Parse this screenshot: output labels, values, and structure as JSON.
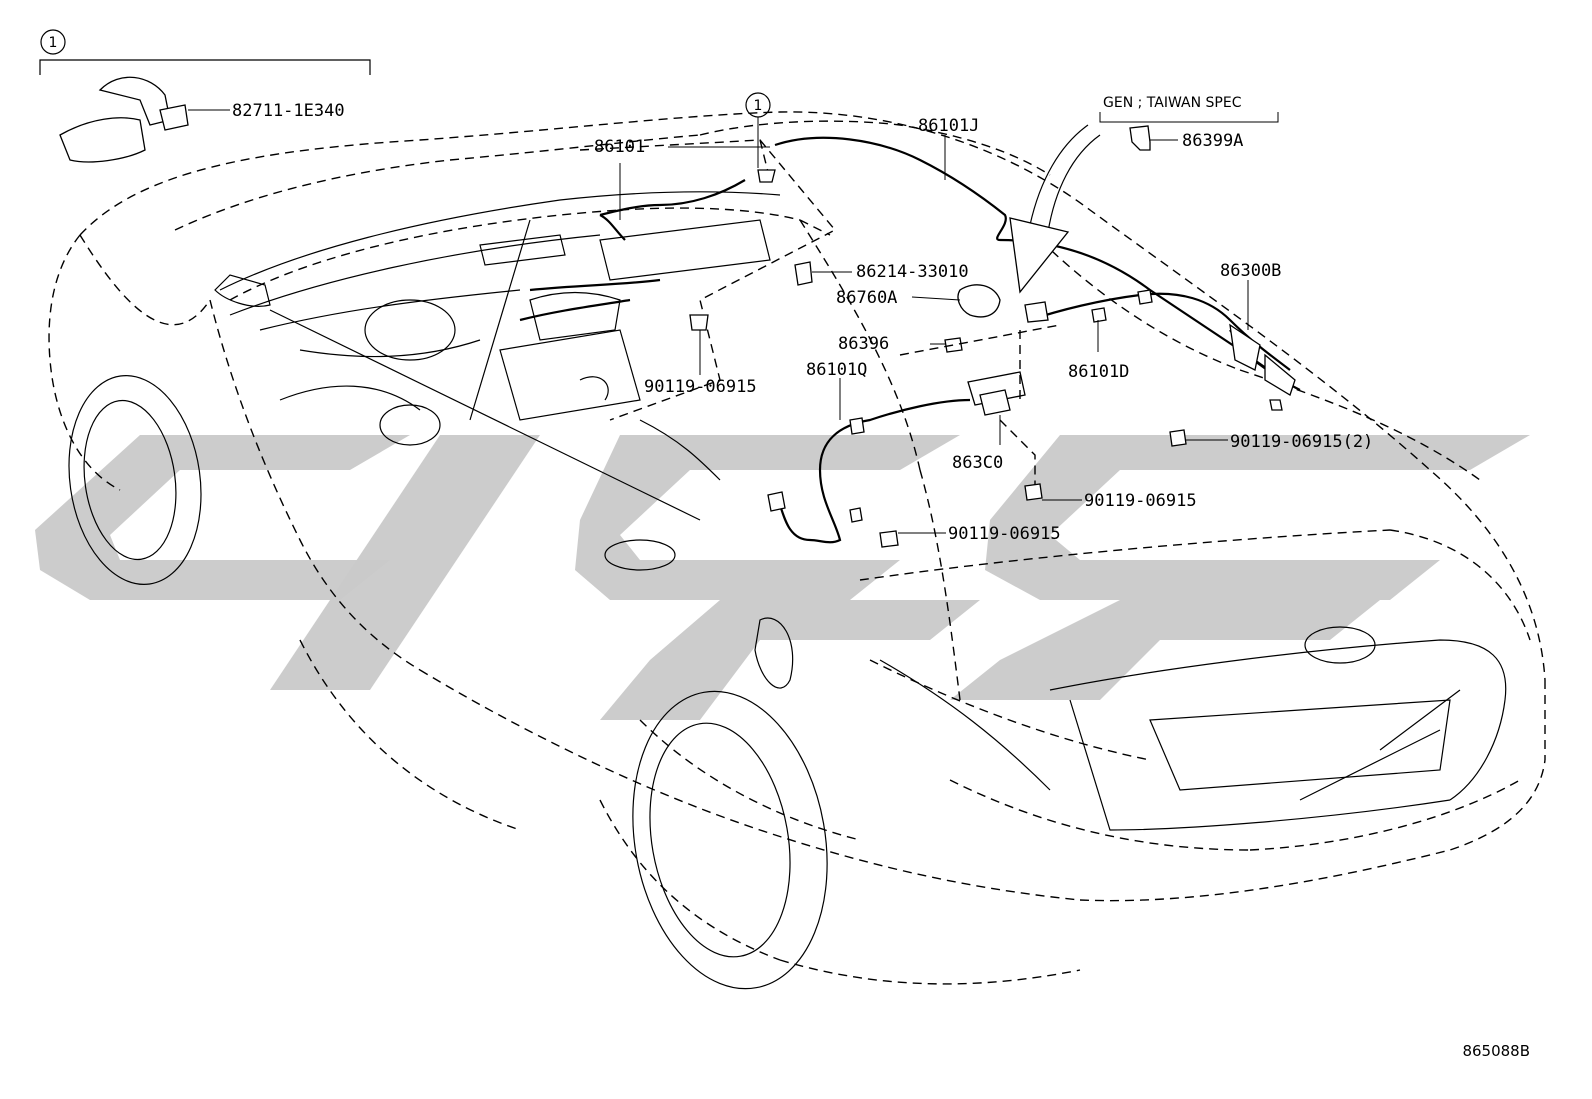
{
  "callouts": {
    "ref_marker": "1",
    "p82711": "82711-1E340",
    "p86101": "86101",
    "p86101J": "86101J",
    "spec_note": "GEN ; TAIWAN SPEC",
    "p86399A": "86399A",
    "p86214": "86214-33010",
    "p86760A": "86760A",
    "p86300B": "86300B",
    "p86396": "86396",
    "p86101D": "86101D",
    "p86101Q": "86101Q",
    "p90119_a": "90119-06915",
    "p863C0": "863C0",
    "p90119_2": "90119-06915(2)",
    "p90119_b": "90119-06915",
    "p90119_c": "90119-06915"
  },
  "diagram_id": "865088B",
  "colors": {
    "line": "#000000",
    "watermark": "#c9c9c9",
    "background": "#ffffff"
  }
}
